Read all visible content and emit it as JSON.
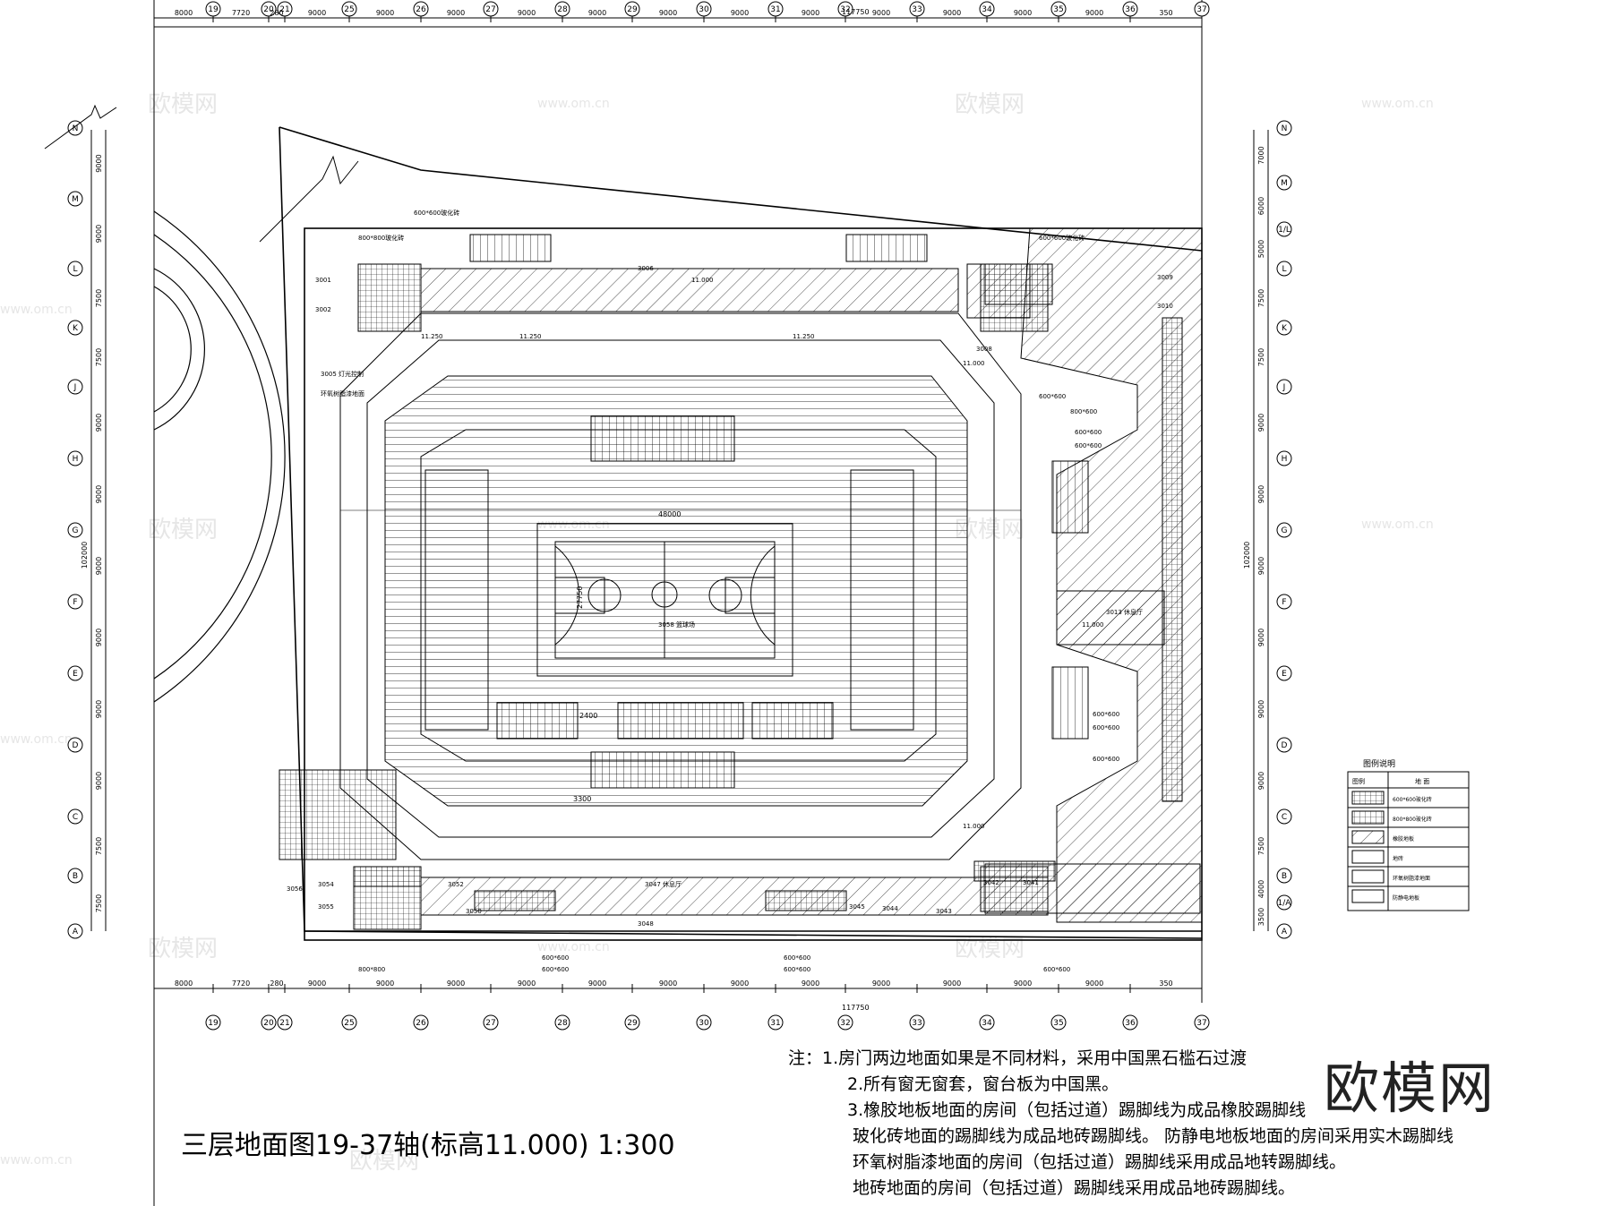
{
  "watermark": {
    "brand": "欧模网",
    "url": "www.om.cn"
  },
  "top_axes": [
    "19",
    "20",
    "21",
    "25",
    "26",
    "27",
    "28",
    "29",
    "30",
    "31",
    "32",
    "33",
    "34",
    "35",
    "36",
    "37"
  ],
  "top_dims": [
    "8000",
    "7720",
    "280",
    "9000",
    "9000",
    "9000",
    "9000",
    "9000",
    "9000",
    "9000",
    "9000",
    "9000",
    "9000",
    "9000",
    "9000",
    "350"
  ],
  "total_length": "117750",
  "left_axes": [
    "N",
    "M",
    "L",
    "K",
    "J",
    "H",
    "G",
    "F",
    "E",
    "D",
    "C",
    "B",
    "A"
  ],
  "left_dims": [
    "9000",
    "9000",
    "7500",
    "7500",
    "9000",
    "9000",
    "9000",
    "9000",
    "9000",
    "9000",
    "7500",
    "7500"
  ],
  "left_total": "102000",
  "right_axes": [
    "N",
    "M",
    "1/L",
    "L",
    "K",
    "J",
    "H",
    "G",
    "F",
    "E",
    "D",
    "C",
    "B",
    "1/A",
    "A"
  ],
  "right_dims": [
    "7000",
    "6000",
    "5000",
    "7500",
    "7500",
    "9000",
    "9000",
    "9000",
    "9000",
    "9000",
    "9000",
    "7500",
    "4000",
    "3500"
  ],
  "right_total": "102000",
  "materials": {
    "tile_600": "600*600玻化砖",
    "tile_800": "800*800玻化砖",
    "tile_600_right": "600*600玻化砖",
    "tile_800_600": "800*600",
    "tile_600_r2": "600*600",
    "tile_600_r3": "600*600",
    "tile_600_r4": "600*600",
    "tile_600_r5": "600*600",
    "tile_600_r6": "600*600",
    "tile_600_r7": "600*600",
    "tile_600_b1": "600*600",
    "tile_600_b2": "600*600",
    "tile_600_b3": "600*600",
    "tile_600_b4": "600*600",
    "tile_800_b": "800*800",
    "tile_600_b5": "600*600"
  },
  "rooms": {
    "r3001": "3001",
    "r3002": "3002",
    "r3005": "3005 灯光控制",
    "r3005b": "环氧树脂漆地面",
    "r3008": "3008",
    "r3009": "3009",
    "r3010": "3010",
    "r3006": "3006",
    "r3013": "3013 休息厅",
    "r3042": "3042",
    "r3041": "3041",
    "r3043": "3043",
    "r3044": "3044",
    "r3045": "3045",
    "r3047": "3047 休息厅",
    "r3048": "3048",
    "r3052": "3052",
    "r3054": "3054",
    "r3055": "3055",
    "r3056": "3056",
    "r3058": "3058 篮球场",
    "r3050": "3050"
  },
  "levels": {
    "l1": "11.000",
    "l2": "11.250",
    "l3": "11.250",
    "l4": "11.250",
    "l5": "11.000",
    "l6": "11.000",
    "l7": "11.000"
  },
  "court_dims": {
    "width": "48000",
    "depth": "27750",
    "gap1": "2400",
    "gap2": "3300"
  },
  "legend": {
    "title": "图例说明",
    "col1": "图例",
    "col2": "地  面",
    "row1": "600*600玻化砖",
    "row2": "800*800玻化砖",
    "row3": "橡胶地板",
    "row4": "地砖",
    "row5": "环氧树脂漆地面",
    "row6": "防静电地板"
  },
  "title": "三层地面图19-37轴(标高11.000)   1:300",
  "notes": {
    "prefix": "注：",
    "n1": "1.房门两边地面如果是不同材料，采用中国黑石槛石过渡",
    "n2": "2.所有窗无窗套，窗台板为中国黑。",
    "n3": "3.橡胶地板地面的房间（包括过道）踢脚线为成品橡胶踢脚线",
    "n4": "玻化砖地面的踢脚线为成品地砖踢脚线。 防静电地板地面的房间采用实木踢脚线",
    "n5": "环氧树脂漆地面的房间（包括过道）踢脚线采用成品地转踢脚线。",
    "n6": "地砖地面的房间（包括过道）踢脚线采用成品地砖踢脚线。"
  },
  "colors": {
    "line": "#000000",
    "paper": "#ffffff",
    "watermark": "#e6e6e6"
  }
}
